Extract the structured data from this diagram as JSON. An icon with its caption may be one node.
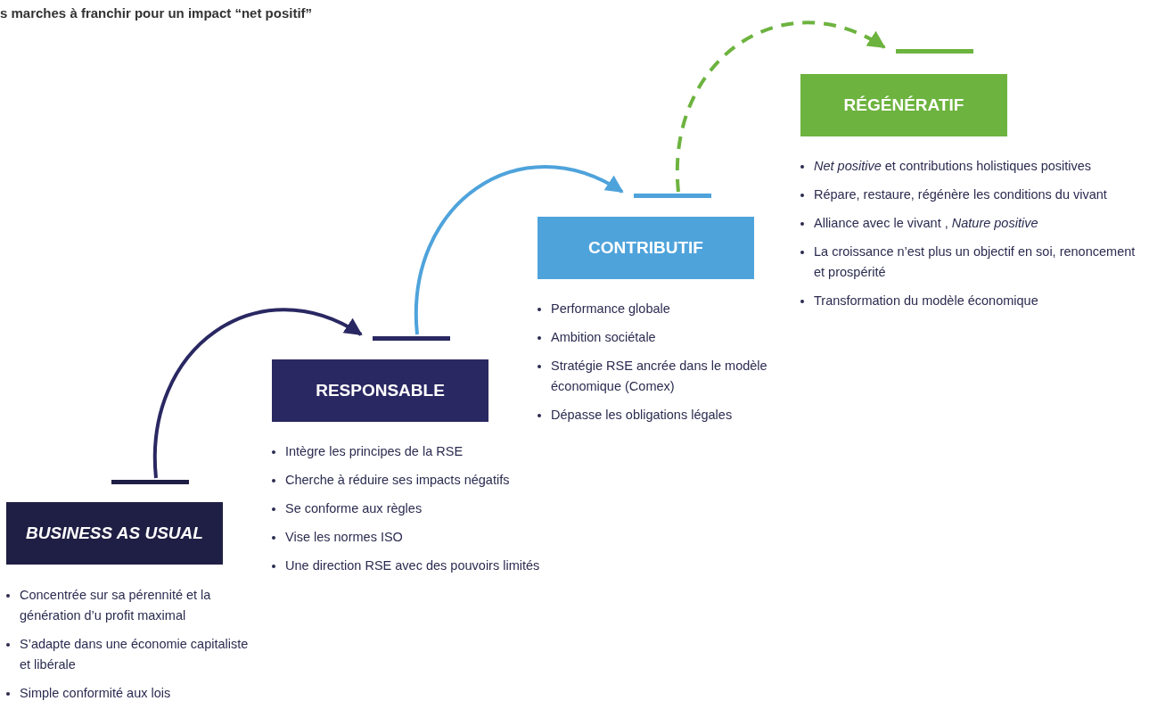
{
  "diagram": {
    "title": "s marches à franchir pour un impact “net positif”",
    "nodes": [
      {
        "text": [],
        "shape": "bar"
      },
      {
        "text": [
          "BUSINESS AS USUAL"
        ],
        "beside": [
          "Concentrée sur sa pérennité et la génération d’u profit maximal",
          "S’adapte dans une économie capitaliste et libérale",
          "Simple conformité aux lois"
        ]
      },
      {
        "text": [],
        "shape": "bar"
      },
      {
        "text": [
          "RESPONSABLE"
        ],
        "beside": [
          "Intègre les principes de la RSE",
          "Cherche à réduire ses impacts négatifs",
          "Se conforme aux règles",
          "Vise les normes ISO",
          "Une direction RSE avec des pouvoirs limités"
        ]
      },
      {
        "text": [],
        "shape": "bar"
      },
      {
        "text": [
          "CONTRIBUTIF"
        ],
        "beside": [
          "Performance globale",
          "Ambition sociétale",
          "Stratégie RSE ancrée dans le modèle économique (Comex)",
          "Dépasse les obligations légales"
        ]
      },
      {
        "text": [],
        "shape": "bar"
      },
      {
        "text": [
          "RÉGÉNÉRATIF"
        ],
        "beside": [
          "*Net positive* et contributions holistiques positives",
          "Répare, restaure, régénère les conditions du vivant",
          "Alliance avec le vivant , *Nature positive*",
          "La croissance n’est plus un objectif en soi, renoncement et prospérité",
          "Transformation du modèle économique"
        ]
      }
    ],
    "edges": [
      {
        "from": 0,
        "to": 2,
        "arrow": "to",
        "color": "#2a2862"
      },
      {
        "from": 2,
        "to": 4,
        "arrow": "to",
        "color": "#4fa3db"
      },
      {
        "from": 4,
        "to": 6,
        "arrow": "to",
        "style": "dashed",
        "color": "#6db33f"
      }
    ]
  }
}
